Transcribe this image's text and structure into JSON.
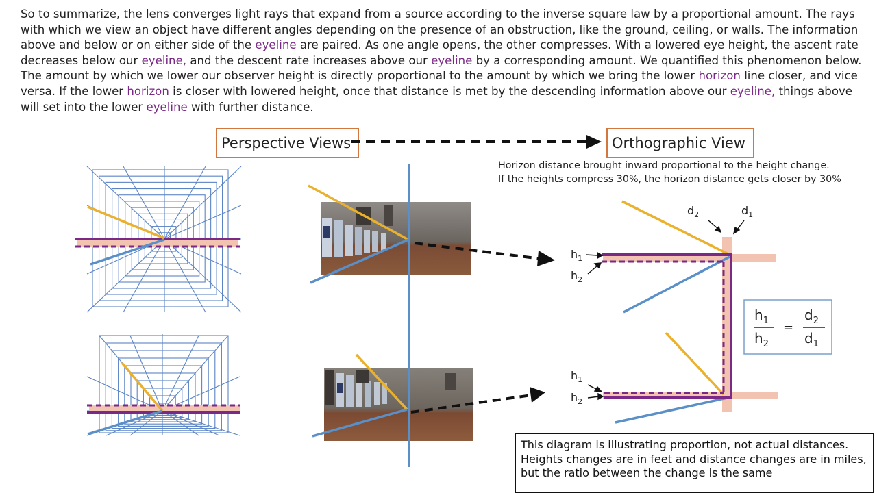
{
  "intro": {
    "segments": [
      {
        "t": "So to summarize, the lens converges light rays that expand from a source according to the inverse square law by a proportional amount. The rays with which we view an object have different angles depending on the presence of an obstruction, like the ground, ceiling, or walls.  The information above and below or on either side of the ",
        "h": false
      },
      {
        "t": "eyeline",
        "h": true
      },
      {
        "t": " are paired.  As one angle opens, the other compresses.  With a lowered eye height, the ascent rate decreases below our ",
        "h": false
      },
      {
        "t": "eyeline,",
        "h": true
      },
      {
        "t": " and the descent rate increases above our ",
        "h": false
      },
      {
        "t": "eyeline",
        "h": true
      },
      {
        "t": " by a corresponding amount.  We quantified this phenomenon below.  The amount by which we lower our observer height is directly proportional to the amount by which we bring the lower ",
        "h": false
      },
      {
        "t": "horizon",
        "h": true
      },
      {
        "t": " line closer, and vice versa.  If the lower ",
        "h": false
      },
      {
        "t": "horizon",
        "h": true
      },
      {
        "t": " is closer with lowered height, once that distance is met by the descending information above our ",
        "h": false
      },
      {
        "t": "eyeline,",
        "h": true
      },
      {
        "t": " things above will set into the lower ",
        "h": false
      },
      {
        "t": "eyeline",
        "h": true
      },
      {
        "t": " with further distance.",
        "h": false
      }
    ]
  },
  "labels": {
    "perspective": "Perspective Views",
    "orthographic": "Orthographic View"
  },
  "horizon_note": {
    "line1": "Horizon distance brought inward proportional to the height change.",
    "line2": "If the heights compress 30%, the horizon distance gets closer by 30%"
  },
  "annotations": {
    "h": "h",
    "d": "d",
    "sub1": "1",
    "sub2": "2",
    "equals": "="
  },
  "disclaimer": "This diagram is illustrating proportion, not actual distances. Heights changes are in feet and distance changes are in miles, but the ratio between the change is the same",
  "colors": {
    "eyeline": "#7a2a86",
    "horizon_band": "#f2c3b0",
    "grid": "#5b84c4",
    "upper_ray": "#eab12e",
    "lower_ray": "#5a8fc8",
    "box_border": "#d2773e",
    "formula_border": "#7aa0cc",
    "text": "#222222"
  }
}
